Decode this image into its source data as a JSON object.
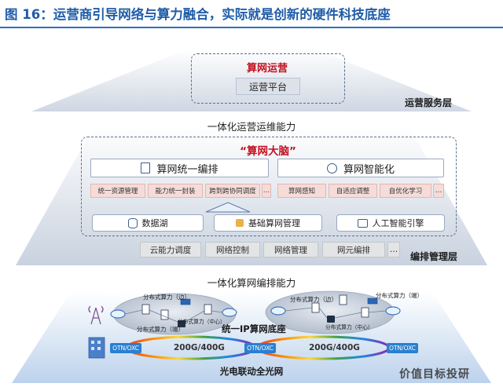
{
  "title": "图 16：运营商引导网络与算力融合，实际就是创新的硬件科技底座",
  "top": {
    "heading": "算网运营",
    "platform": "运营平台",
    "layer_label": "运营服务层"
  },
  "ops_capability": "一体化运营运维能力",
  "brain": {
    "heading": "“算网大脑”",
    "left_panel": {
      "label": "算网统一编排",
      "items": [
        "统一资源管理",
        "能力统一封装",
        "跨到跨协同调度",
        "…"
      ]
    },
    "right_panel": {
      "label": "算网智能化",
      "items": [
        "算网感知",
        "自适应调整",
        "自优化学习",
        "…"
      ]
    },
    "bottom": [
      "数据湖",
      "基础算网管理",
      "人工智能引擎"
    ]
  },
  "capabilities": [
    "云能力调度",
    "网络控制",
    "网络管理",
    "网元编排",
    "…"
  ],
  "orch_layer_label": "编排管理层",
  "orch_capability": "一体化算网编排能力",
  "infra": {
    "base_label": "统一IP算网底座",
    "left_cloud": {
      "top_label": "分布式算力（边）",
      "center_label": "分布式算力（中心）",
      "bottom_label": "分布式算力（端）"
    },
    "right_cloud": {
      "top_left_label": "分布式算力（边）",
      "top_right_label": "分布式算力（端）",
      "center_label": "分布式算力（中心）"
    },
    "otn_label": "OTN/OXC",
    "rate_label": "200G/400G",
    "network_label": "光电联动全光网"
  },
  "watermark": "价值目标投研",
  "colors": {
    "title_blue": "#1f5da8",
    "red": "#c4101f",
    "otn_blue": "#2a7fd0",
    "pink": "#f5dcd9"
  }
}
